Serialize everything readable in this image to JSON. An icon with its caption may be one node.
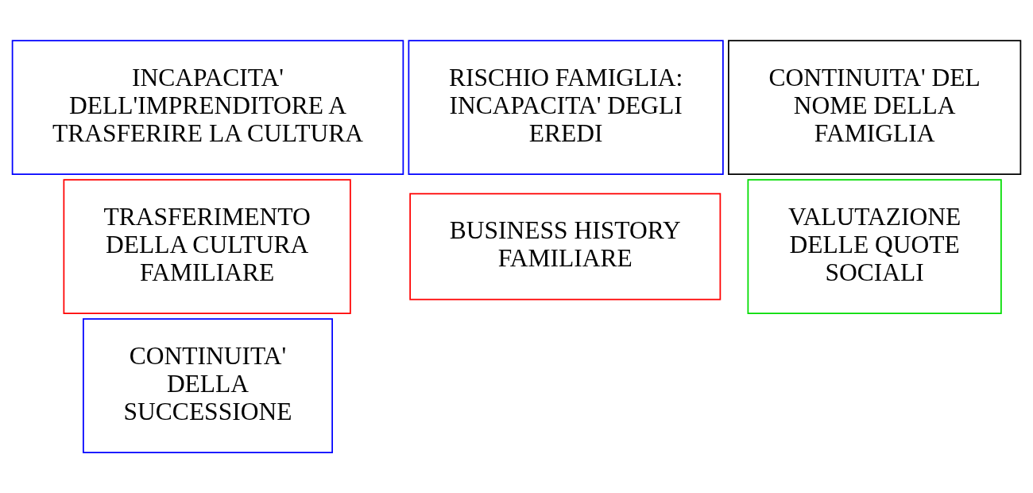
{
  "diagram": {
    "nodes": [
      {
        "text": [
          "INCAPACITA' DELL'IMPRENDITORE A TRASFERIRE LA CULTURA"
        ]
      },
      {
        "text": [
          "BUSINESS HISTORY FAMILIARE"
        ]
      },
      {
        "text": [
          "CONTINUITA' DEL NOME DELLA FAMIGLIA"
        ]
      },
      {
        "text": [
          "CONTINUITA' DELLA SUCCESSIONE"
        ]
      },
      {
        "text": [
          "TRASFERIMENTO DELLA CULTURA FAMILIARE"
        ]
      },
      {
        "text": [
          "VALUTAZIONE DELLE QUOTE SOCIALI"
        ]
      },
      {
        "text": [
          "RISCHIO FAMIGLIA: INCAPACITA' DEGLI EREDI"
        ]
      }
    ],
    "edges": []
  }
}
